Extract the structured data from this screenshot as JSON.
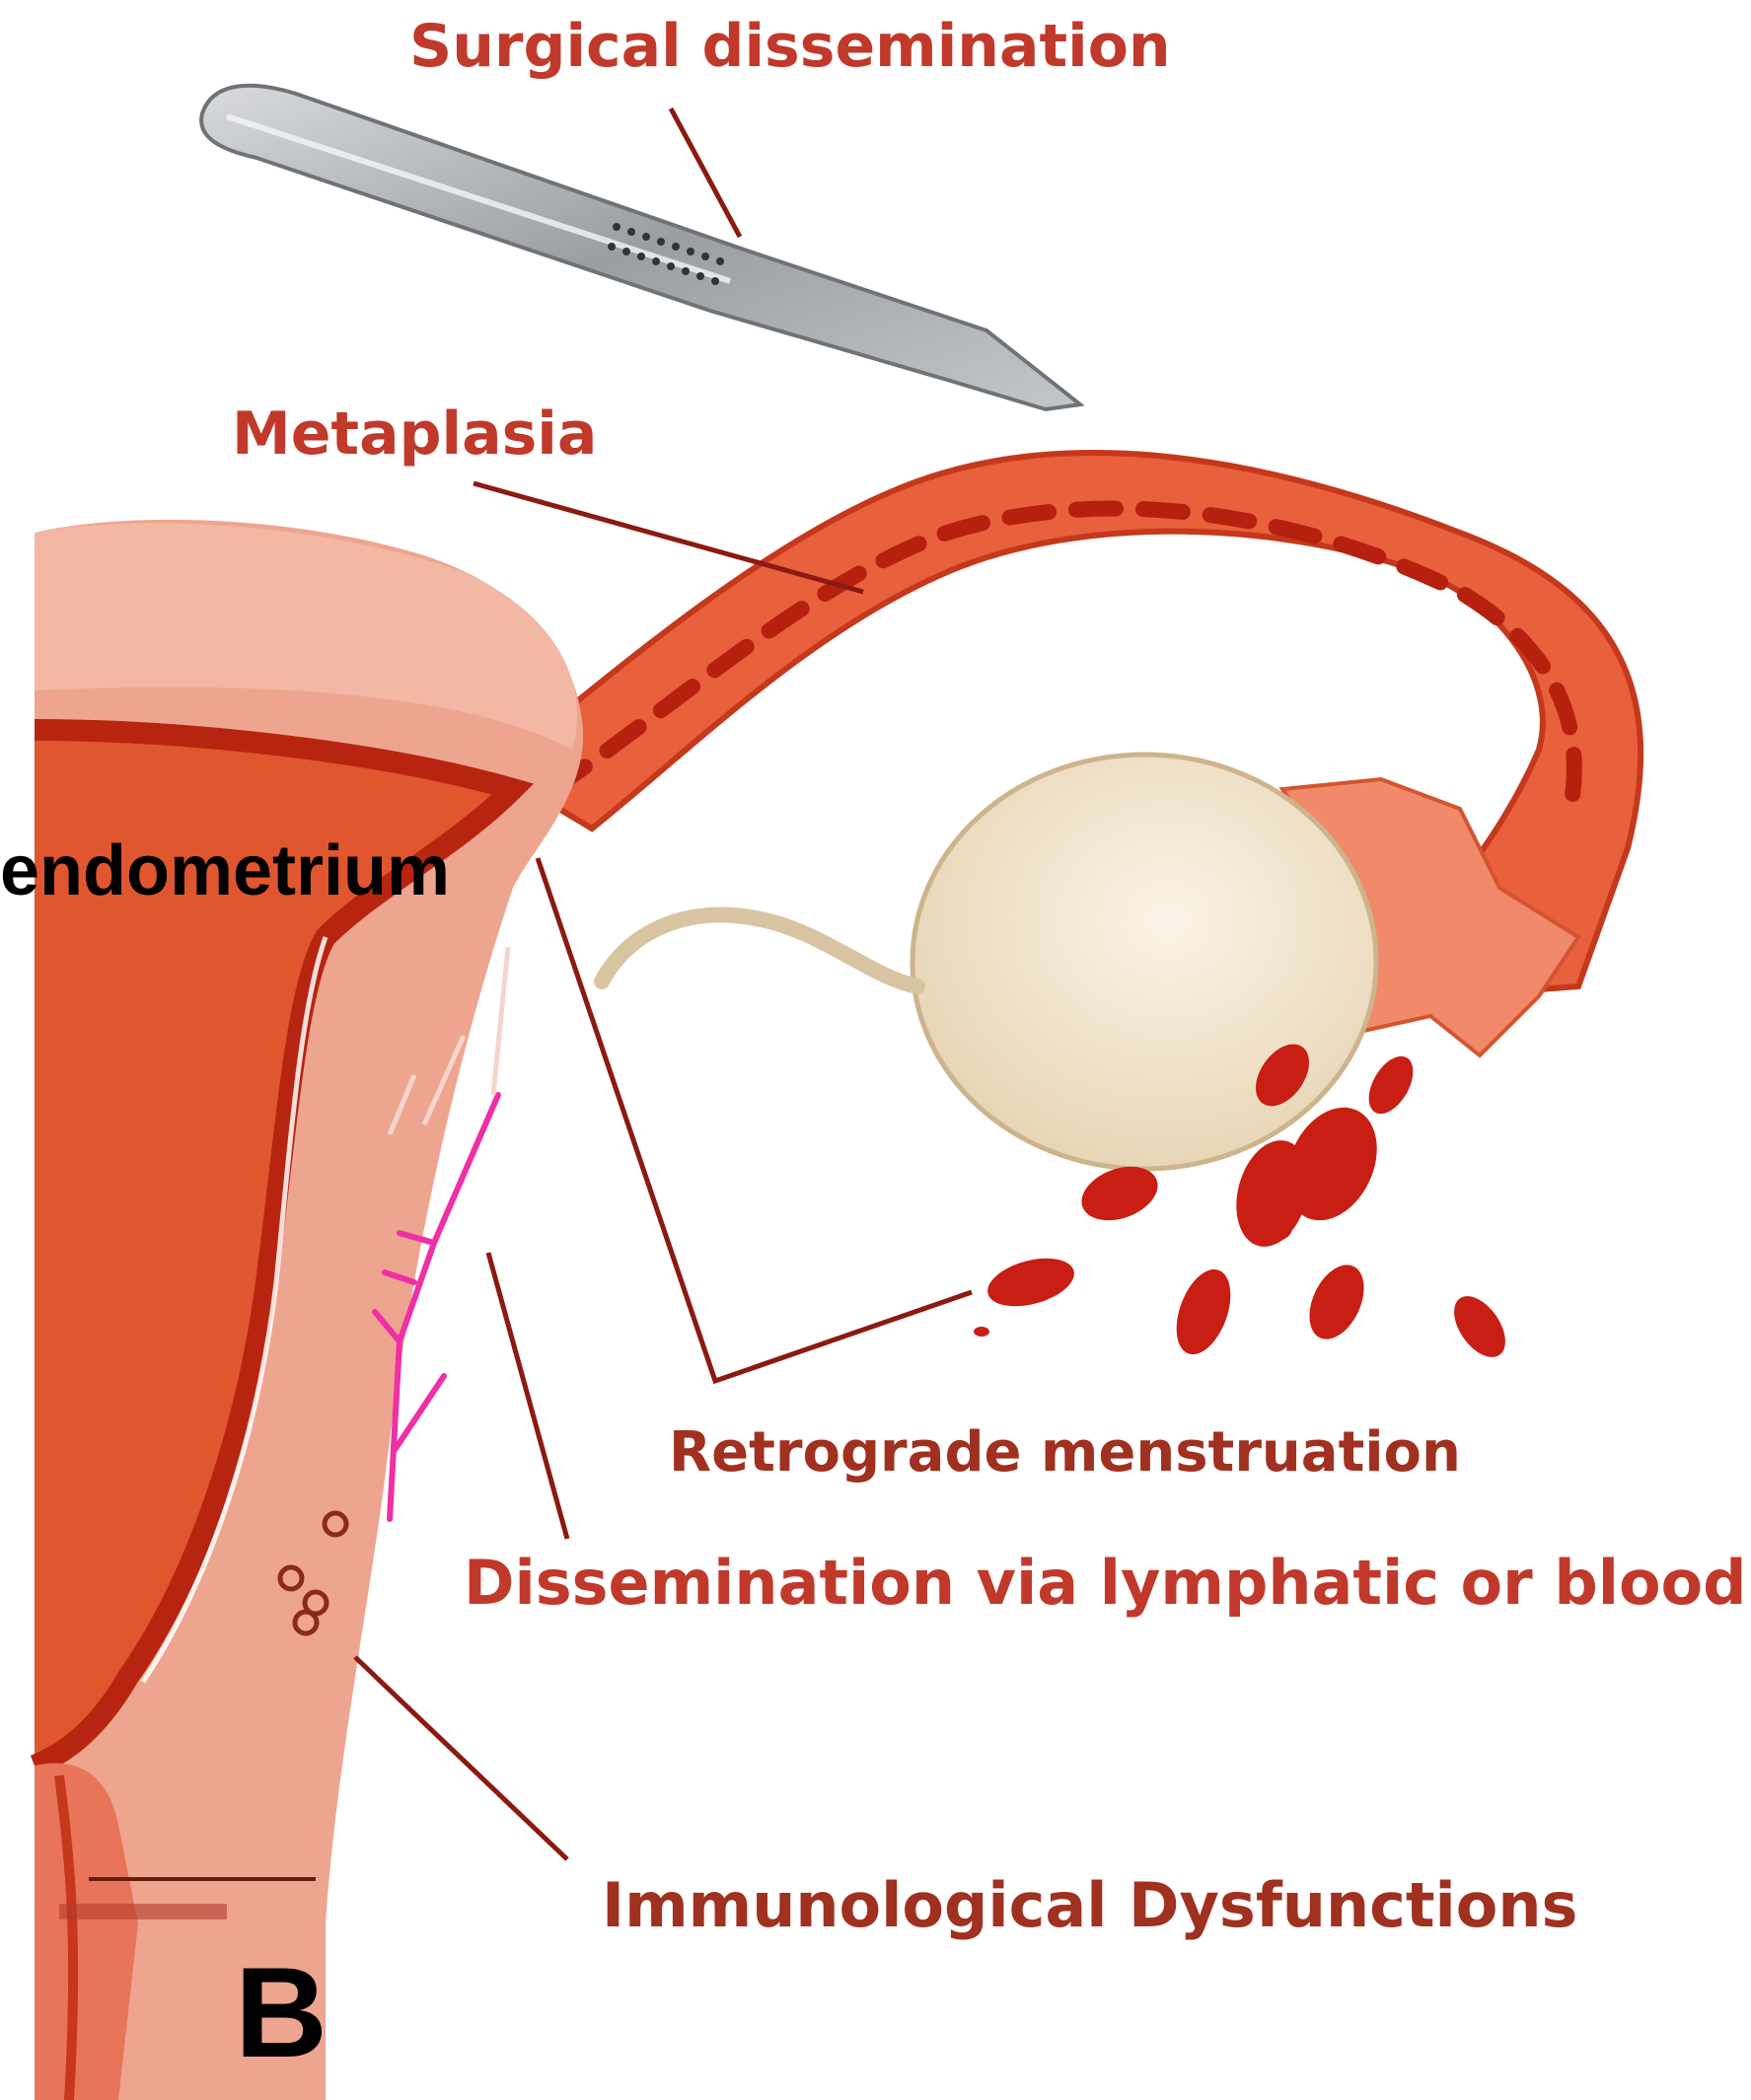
{
  "labels": {
    "surgical": "Surgical dissemination",
    "metaplasia": "Metaplasia",
    "endometrium": "endometrium",
    "retrograde": "Retrograde menstruation",
    "dissemination": "Dissemination via lymphatic or blood",
    "immunological": "Immunological Dysfunctions",
    "panel": "B"
  },
  "colors": {
    "label_text": "#c0392b",
    "leader_line": "#8b1a10",
    "uterus_outer": "#eea58f",
    "uterus_inner": "#e0562f",
    "blood": "#c81e14",
    "ovary": "#f3e6cf"
  }
}
